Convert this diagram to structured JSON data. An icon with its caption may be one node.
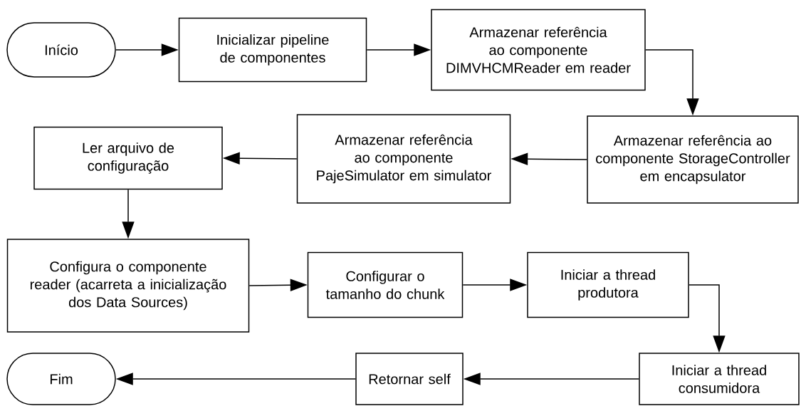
{
  "diagram": {
    "nodes": [
      {
        "text": [
          "Início"
        ]
      },
      {
        "text": [
          "Inicializar pipeline de componentes"
        ]
      },
      {
        "text": [
          "Armazenar referência ao componente DIMVHCMReader em reader"
        ]
      },
      {
        "text": [
          "Armazenar referência ao componente StorageController em encapsulator"
        ]
      },
      {
        "text": [
          "Armazenar referência ao componente PajeSimulator em simulator"
        ]
      },
      {
        "text": [
          "Ler arquivo de configuração"
        ]
      },
      {
        "text": [
          "Configura o componente reader (acarreta a inicialização dos Data Sources)"
        ]
      },
      {
        "text": [
          "Configurar o tamanho do chunk"
        ]
      },
      {
        "text": [
          "Iniciar a thread produtora"
        ]
      },
      {
        "text": [
          "Iniciar a thread consumidora"
        ]
      },
      {
        "text": [
          "Retornar self"
        ]
      },
      {
        "text": [
          "Fim"
        ]
      }
    ],
    "edges": [
      {
        "from": 0,
        "to": 1,
        "arrow": "to"
      },
      {
        "from": 1,
        "to": 2,
        "arrow": "to"
      },
      {
        "from": 2,
        "to": 3,
        "arrow": "to"
      },
      {
        "from": 3,
        "to": 4,
        "arrow": "to"
      },
      {
        "from": 4,
        "to": 5,
        "arrow": "to"
      },
      {
        "from": 5,
        "to": 6,
        "arrow": "to"
      },
      {
        "from": 6,
        "to": 7,
        "arrow": "to"
      },
      {
        "from": 7,
        "to": 8,
        "arrow": "to"
      },
      {
        "from": 8,
        "to": 9,
        "arrow": "to"
      },
      {
        "from": 9,
        "to": 10,
        "arrow": "to"
      },
      {
        "from": 10,
        "to": 11,
        "arrow": "to"
      }
    ]
  }
}
